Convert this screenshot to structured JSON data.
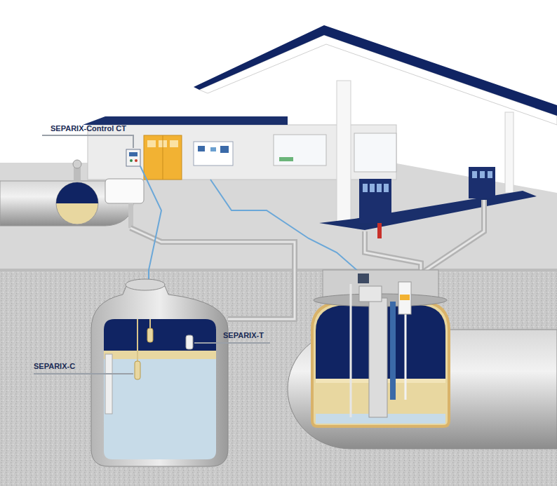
{
  "diagram": {
    "labels": [
      "SEPARIX-Control CT",
      "SEPARIX-T",
      "SEPARIX-C"
    ]
  }
}
